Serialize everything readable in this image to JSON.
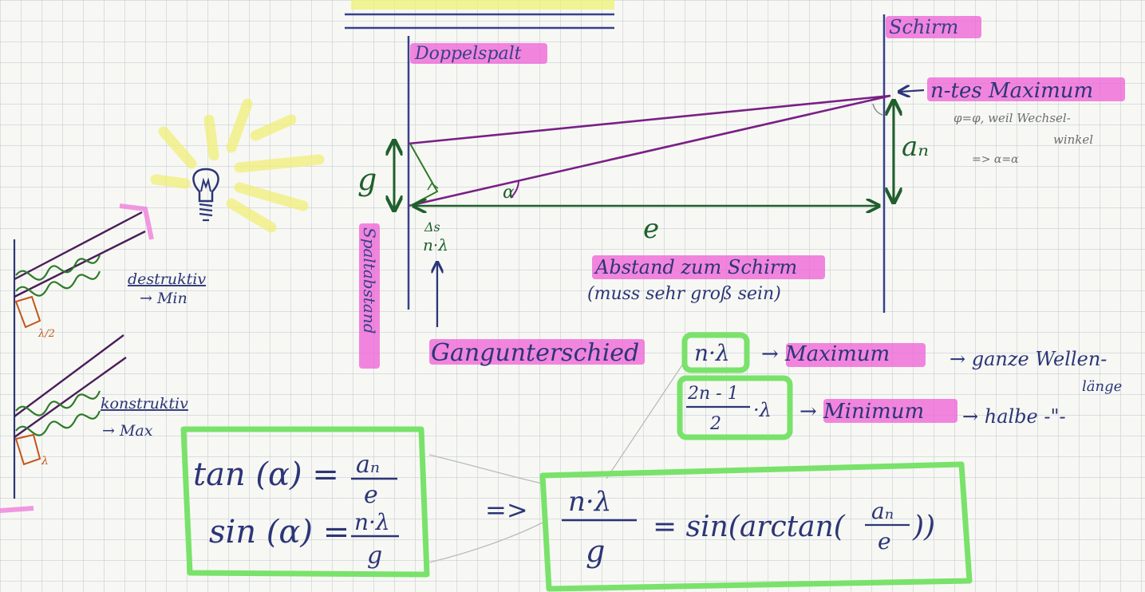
{
  "labels": {
    "doppelspalt": "Doppelspalt",
    "schirm": "Schirm",
    "n_maximum": "n-tes Maximum",
    "angle_note_1": "φ=φ, weil Wechsel-",
    "angle_note_2": "winkel",
    "angle_note_3": "=> α=α",
    "a_n": "aₙ",
    "g": "g",
    "alpha": "α",
    "delta_s": "Δs",
    "n_lambda": "n·λ",
    "e": "e",
    "abstand": "Abstand zum Schirm",
    "abstand_note": "(muss sehr groß sein)",
    "spaltabstand": "Spaltabstand",
    "gangunterschied": "Gangunterschied",
    "destruktiv": "destruktiv",
    "to_min": "→ Min",
    "konstruktiv": "konstruktiv",
    "to_max": "→ Max",
    "half_lambda": "λ/2",
    "lambda": "λ"
  },
  "conditions": {
    "max_expr": "n·λ",
    "max_result": "→ Maximum",
    "max_note_1": "→ ganze Wellen-",
    "max_note_2": "länge",
    "min_num": "2n - 1",
    "min_den": "2",
    "min_suffix": "·λ",
    "min_result": "→ Minimum",
    "min_note": "→ halbe -\"-"
  },
  "formulas": {
    "tan_lhs": "tan (α) =",
    "tan_num": "aₙ",
    "tan_den": "e",
    "sin_lhs": "sin (α) =",
    "sin_num": "n·λ",
    "sin_den": "g",
    "implies": "=>",
    "res_num": "n·λ",
    "res_den": "g",
    "res_rhs_pre": "= sin(arctan(",
    "res_rhs_num": "aₙ",
    "res_rhs_den": "e",
    "res_rhs_post": "))"
  }
}
